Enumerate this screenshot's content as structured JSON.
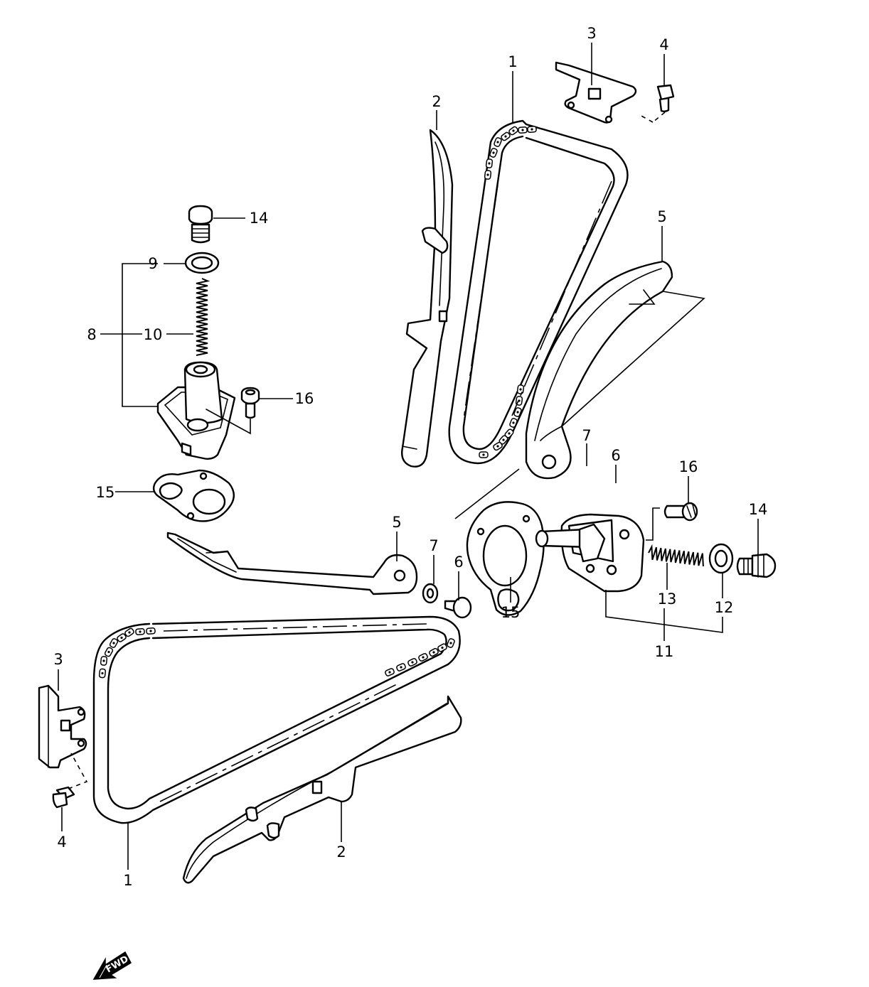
{
  "diagram": {
    "callouts": [
      {
        "id": "c1a",
        "text": "1"
      },
      {
        "id": "c2a",
        "text": "2"
      },
      {
        "id": "c3a",
        "text": "3"
      },
      {
        "id": "c4a",
        "text": "4"
      },
      {
        "id": "c5a",
        "text": "5"
      },
      {
        "id": "c14a",
        "text": "14"
      },
      {
        "id": "c9",
        "text": "9"
      },
      {
        "id": "c8",
        "text": "8"
      },
      {
        "id": "c10",
        "text": "10"
      },
      {
        "id": "c16a",
        "text": "16"
      },
      {
        "id": "c15a",
        "text": "15"
      },
      {
        "id": "c7a",
        "text": "7"
      },
      {
        "id": "c6a",
        "text": "6"
      },
      {
        "id": "c16b",
        "text": "16"
      },
      {
        "id": "c14b",
        "text": "14"
      },
      {
        "id": "c5b",
        "text": "5"
      },
      {
        "id": "c7b",
        "text": "7"
      },
      {
        "id": "c6b",
        "text": "6"
      },
      {
        "id": "c15b",
        "text": "15"
      },
      {
        "id": "c13",
        "text": "13"
      },
      {
        "id": "c12",
        "text": "12"
      },
      {
        "id": "c11",
        "text": "11"
      },
      {
        "id": "c3b",
        "text": "3"
      },
      {
        "id": "c4b",
        "text": "4"
      },
      {
        "id": "c2b",
        "text": "2"
      },
      {
        "id": "c1b",
        "text": "1"
      }
    ],
    "direction_badge": "FWD"
  }
}
